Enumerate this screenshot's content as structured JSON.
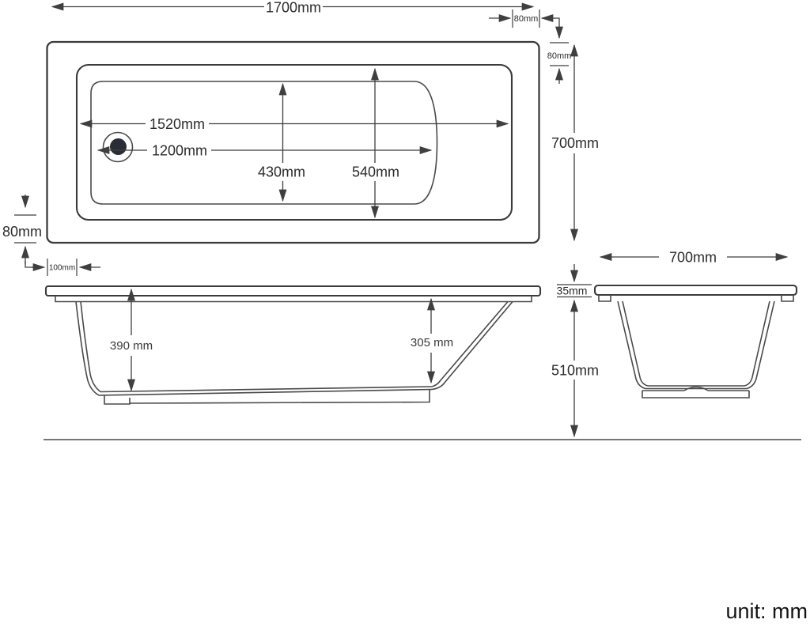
{
  "plan_view": {
    "overall_length": "1700mm",
    "overall_width": "700mm",
    "basin_length": "1520mm",
    "drain_distance": "1200mm",
    "basin_width": "430mm",
    "rim_inner_width": "540mm",
    "rim_gap_top_right": "80mm",
    "rim_gap_right": "80mm",
    "rim_gap_left": "80mm",
    "corner_offset": "100mm"
  },
  "side_view": {
    "inner_depth_left": "390 mm",
    "inner_depth_right": "305 mm",
    "rim_thickness": "35mm",
    "overall_height": "510mm"
  },
  "end_view": {
    "overall_width": "700mm"
  },
  "footer": {
    "unit_note": "unit: mm"
  }
}
